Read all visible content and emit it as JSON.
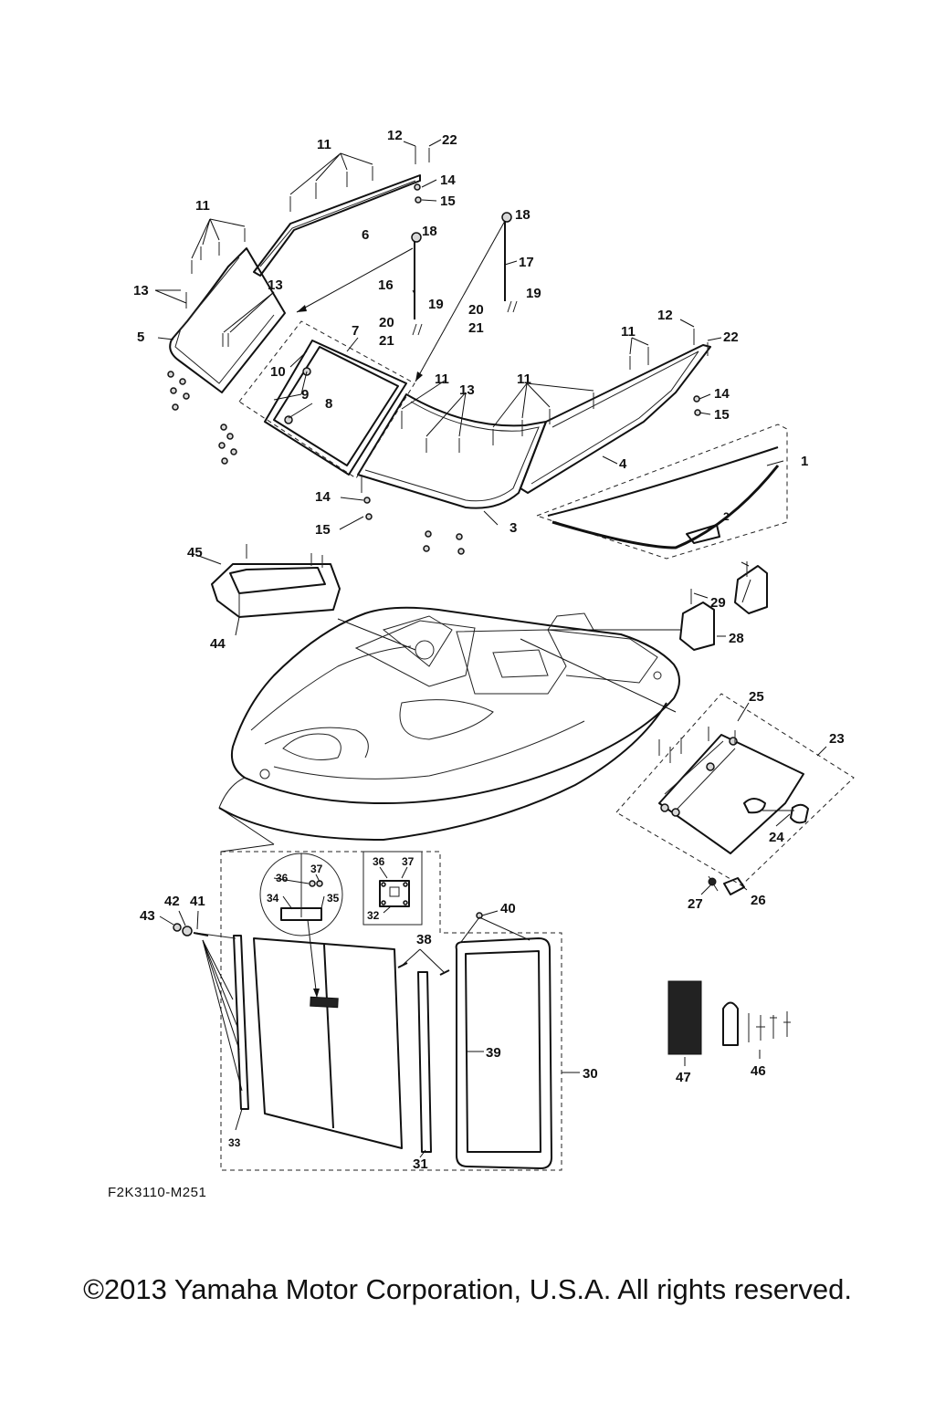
{
  "figure_code": "F2K3110-M251",
  "copyright": "©2013 Yamaha Motor Corporation, U.S.A. All rights reserved.",
  "callouts": {
    "c1": "1",
    "c2": "2",
    "c3": "3",
    "c4": "4",
    "c5": "5",
    "c6": "6",
    "c7": "7",
    "c8": "8",
    "c9": "9",
    "c10": "10",
    "c11a": "11",
    "c11b": "11",
    "c11c": "11",
    "c11d": "11",
    "c11e": "11",
    "c12a": "12",
    "c12b": "12",
    "c13a": "13",
    "c13b": "13",
    "c13c": "13",
    "c14a": "14",
    "c14b": "14",
    "c14c": "14",
    "c15a": "15",
    "c15b": "15",
    "c15c": "15",
    "c16": "16",
    "c17": "17",
    "c18a": "18",
    "c18b": "18",
    "c19a": "19",
    "c19b": "19",
    "c20a": "20",
    "c20b": "20",
    "c21a": "21",
    "c21b": "21",
    "c22a": "22",
    "c22b": "22",
    "c23": "23",
    "c24": "24",
    "c25": "25",
    "c26": "26",
    "c27": "27",
    "c28": "28",
    "c29": "29",
    "c30": "30",
    "c31": "31",
    "c32": "32",
    "c33": "33",
    "c34": "34",
    "c35": "35",
    "c36a": "36",
    "c36b": "36",
    "c37a": "37",
    "c37b": "37",
    "c38": "38",
    "c39": "39",
    "c40": "40",
    "c41": "41",
    "c42": "42",
    "c43": "43",
    "c44": "44",
    "c45": "45",
    "c46": "46",
    "c47": "47"
  }
}
